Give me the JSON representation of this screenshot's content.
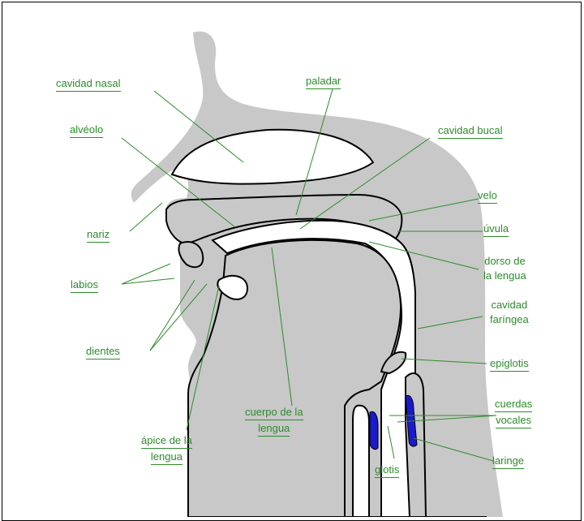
{
  "labels": {
    "cavidad_nasal": "cavidad nasal",
    "paladar": "paladar",
    "alveolo": "alvéolo",
    "cavidad_bucal": "cavidad bucal",
    "velo": "velo",
    "nariz": "nariz",
    "uvula": "úvula",
    "dorso_1": "dorso de",
    "dorso_2": "la lengua",
    "labios": "labios",
    "cavidad_far_1": "cavidad",
    "cavidad_far_2": "faríngea",
    "dientes": "dientes",
    "epiglotis": "epiglotis",
    "cuerdas_1": "cuerdas",
    "cuerdas_2": "vocales",
    "cuerpo_1": "cuerpo de la",
    "cuerpo_2": "lengua",
    "apice_1": "ápice de la",
    "apice_2": "lengua",
    "laringe": "laringe",
    "glotis": "glotis"
  },
  "colors": {
    "tissue": "#c8c8c8",
    "outline": "#000000",
    "label": "#2e8b2e",
    "vocal_cords": "#1a1acc"
  }
}
